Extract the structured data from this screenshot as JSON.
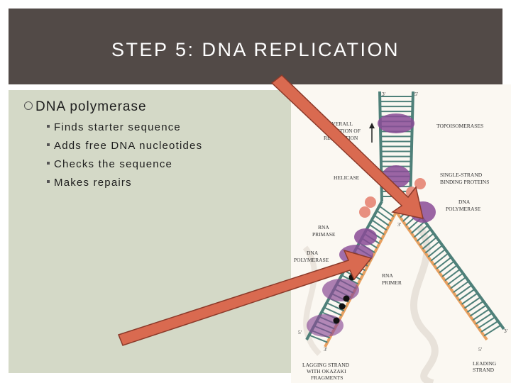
{
  "slide": {
    "title": "STEP 5: DNA REPLICATION",
    "bullet": "DNA polymerase",
    "subbullets": [
      "Finds starter sequence",
      "Adds free DNA nucleotides",
      "Checks the sequence",
      "Makes repairs"
    ]
  },
  "diagram": {
    "labels": {
      "overall1": "OVERALL",
      "overall2": "DIRECTION OF",
      "overall3": "REPLICATION",
      "topoisomerases": "TOPOISOMERASES",
      "helicase": "HELICASE",
      "ssb1": "SINGLE-STRAND",
      "ssb2": "BINDING PROTEINS",
      "dnapol_right1": "DNA",
      "dnapol_right2": "POLYMERASE",
      "rna_primase1": "RNA",
      "rna_primase2": "PRIMASE",
      "dnapol_left1": "DNA",
      "dnapol_left2": "POLYMERASE",
      "rna_primer1": "RNA",
      "rna_primer2": "PRIMER",
      "lagging1": "LAGGING STRAND",
      "lagging2": "WITH OKAZAKI",
      "lagging3": "FRAGMENTS",
      "leading1": "LEADING",
      "leading2": "STRAND",
      "three_top": "3'",
      "five_top": "5'",
      "three_mid": "3'",
      "five_left": "5'",
      "three_left": "3'",
      "three_right": "3'",
      "five_right": "5'"
    }
  },
  "colors": {
    "title_bar": "#524a47",
    "content_bg": "#d4d9c7",
    "pointer_arrow": "#d96a50",
    "strand": "#4e8079",
    "new_strand": "#e8a060",
    "protein": "#8a4b96"
  }
}
